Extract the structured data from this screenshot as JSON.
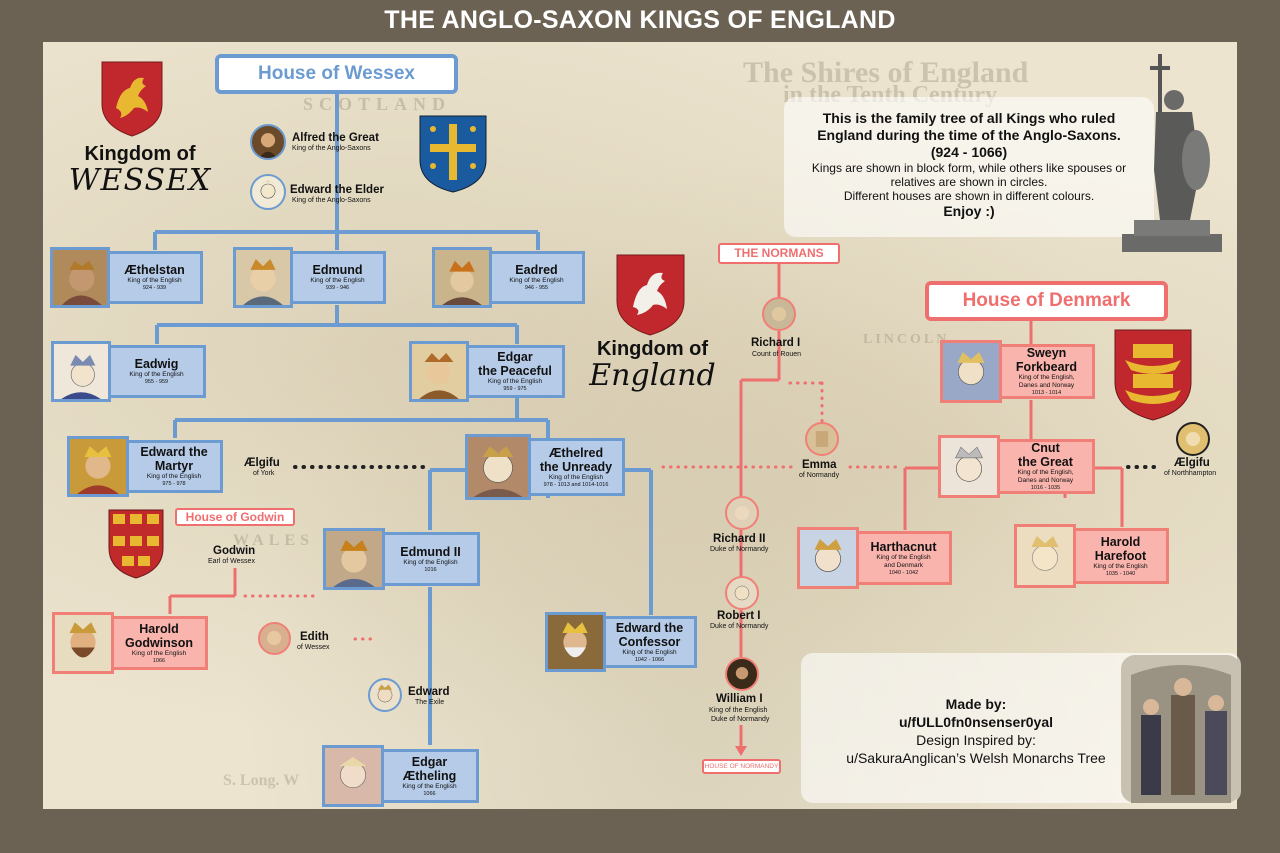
{
  "title": "THE ANGLO-SAXON KINGS OF ENGLAND",
  "colors": {
    "wessex": "#6b9bd1",
    "wessex_fill": "#b5cbe8",
    "red": "#f07f77",
    "red_fill": "#f9b4ad",
    "background": "#6b6254",
    "map": "#ece4cf"
  },
  "map_text": {
    "shires": "The Shires of England",
    "century": "in the Tenth Century",
    "scotland": "SCOTLAND",
    "wales": "WALES",
    "lincoln": "LINCOLN",
    "long": "S. Long. W"
  },
  "kingdom_wessex": {
    "line1": "Kingdom of",
    "line2": "WESSEX"
  },
  "kingdom_england": {
    "line1": "Kingdom of",
    "line2": "England"
  },
  "houses": {
    "wessex": "House of Wessex",
    "denmark": "House of Denmark",
    "normans": "THE NORMANS",
    "godwin": "House of Godwin",
    "normandy": "HOUSE OF NORMANDY"
  },
  "people": {
    "alfred": {
      "name": "Alfred the Great",
      "title": "King of the Anglo-Saxons"
    },
    "edward_elder": {
      "name": "Edward the Elder",
      "title": "King of the Anglo-Saxons"
    },
    "aelgifu_york": {
      "name": "Ælgifu",
      "title": "of York"
    },
    "godwin": {
      "name": "Godwin",
      "title": "Earl of Wessex"
    },
    "edith": {
      "name": "Edith",
      "title": "of Wessex"
    },
    "edward_exile": {
      "name": "Edward",
      "title": "The Exile"
    },
    "richard1": {
      "name": "Richard I",
      "title": "Count of Rouen"
    },
    "emma": {
      "name": "Emma",
      "title": "of Normandy"
    },
    "richard2": {
      "name": "Richard II",
      "title": "Duke of Normandy"
    },
    "robert1": {
      "name": "Robert I",
      "title": "Duke of Normandy"
    },
    "william1": {
      "name": "William I",
      "title": "King of the English",
      "title2": "Duke of Normandy"
    },
    "aelgifu_northampton": {
      "name": "Ælgifu",
      "title": "of Northhampton"
    }
  },
  "kings": {
    "aethelstan": {
      "name": "Æthelstan",
      "title": "King of the English",
      "dates": "924 - 939"
    },
    "edmund": {
      "name": "Edmund",
      "title": "King of the English",
      "dates": "939 - 946"
    },
    "eadred": {
      "name": "Eadred",
      "title": "King of the English",
      "dates": "946 - 955"
    },
    "eadwig": {
      "name": "Eadwig",
      "title": "King of the English",
      "dates": "955 - 959"
    },
    "edgar": {
      "name": "Edgar",
      "name2": "the Peaceful",
      "title": "King of the English",
      "dates": "959 - 975"
    },
    "edward_martyr": {
      "name": "Edward the",
      "name2": "Martyr",
      "title": "King of the English",
      "dates": "975 - 978"
    },
    "aethelred": {
      "name": "Æthelred",
      "name2": "the Unready",
      "title": "King of the English",
      "dates": "978 - 1013 and 1014-1016"
    },
    "edmund2": {
      "name": "Edmund II",
      "title": "King of the English",
      "dates": "1016"
    },
    "confessor": {
      "name": "Edward the",
      "name2": "Confessor",
      "title": "King of the English",
      "dates": "1042 - 1066"
    },
    "edgar_aetheling": {
      "name": "Edgar",
      "name2": "Ætheling",
      "title": "King of the English",
      "dates": "1066"
    },
    "harold_godwinson": {
      "name": "Harold",
      "name2": "Godwinson",
      "title": "King of the English",
      "dates": "1066"
    },
    "sweyn": {
      "name": "Sweyn",
      "name2": "Forkbeard",
      "title": "King of the English,",
      "title2": "Danes and Norway",
      "dates": "1013 - 1014"
    },
    "cnut": {
      "name": "Cnut",
      "name2": "the Great",
      "title": "King of the English,",
      "title2": "Danes and Norway",
      "dates": "1016 - 1035"
    },
    "harthacnut": {
      "name": "Harthacnut",
      "title": "King of the English",
      "title2": "and Denmark",
      "dates": "1040 - 1042"
    },
    "harold_harefoot": {
      "name": "Harold",
      "name2": "Harefoot",
      "title": "King of the English",
      "dates": "1035 - 1040"
    }
  },
  "info": {
    "line1": "This is the family tree of all Kings who ruled",
    "line2": "England during the time of the Anglo-Saxons.",
    "line3": "(924 - 1066)",
    "line4": "Kings are shown in block form, while others like spouses or",
    "line5": "relatives are shown in circles.",
    "line6": "Different houses are shown in different colours.",
    "line7": "Enjoy :)"
  },
  "credits": {
    "made_by": "Made by:",
    "author": "u/fULL0fn0nsenser0yal",
    "inspired": "Design Inspired by:",
    "inspired_by": "u/SakuraAnglican’s Welsh Monarchs Tree"
  }
}
